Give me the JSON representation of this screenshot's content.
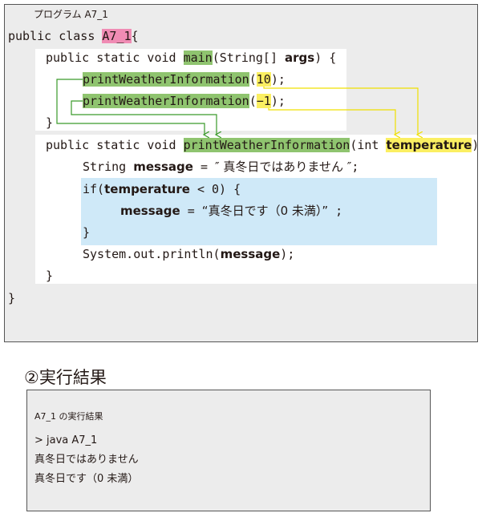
{
  "program": {
    "title": "プログラム A7_1",
    "line1": {
      "a": "public class ",
      "class_name": "A7_1",
      "b": "{"
    },
    "line2": {
      "a": "public static void ",
      "method": "main",
      "b": "(String[] ",
      "param": "args",
      "c": ") {"
    },
    "line3": {
      "call": "printWeatherInformation",
      "a": "(",
      "arg": "10",
      "b": ");"
    },
    "line4": {
      "call": "printWeatherInformation",
      "a": "(",
      "arg": "−1",
      "b": ");"
    },
    "line5": {
      "a": "}"
    },
    "line6": {
      "a": "public static void ",
      "method": "printWeatherInformation",
      "b": "(int ",
      "param": "temperature",
      "c": ") {"
    },
    "line7": {
      "a": "String ",
      "var": "message",
      "b": " = ",
      "str": "″ 真冬日ではありません ″",
      "c": ";"
    },
    "line8": {
      "a": "if(",
      "var": "temperature",
      "b": " < 0) {"
    },
    "line9": {
      "var": "message",
      "b": " = ",
      "str": "“真冬日です（0 未満）”",
      "c": " ;"
    },
    "line10": {
      "a": "}"
    },
    "line11": {
      "a": "System.out.println(",
      "var": "message",
      "b": ");"
    },
    "line12": {
      "a": "}"
    },
    "line13": {
      "a": "}"
    }
  },
  "result": {
    "heading": "②実行結果",
    "title": "A7_1 の実行結果",
    "lines": [
      "> java A7_1",
      "真冬日ではありません",
      "真冬日です（0 未満）"
    ]
  },
  "colors": {
    "green_highlight": "#8fc46f",
    "pink_highlight": "#f08cb4",
    "yellow_highlight": "#fbef62",
    "cyan_block": "#cfe9f8",
    "green_arrow": "#3a9a2a",
    "yellow_arrow": "#f0e000"
  }
}
